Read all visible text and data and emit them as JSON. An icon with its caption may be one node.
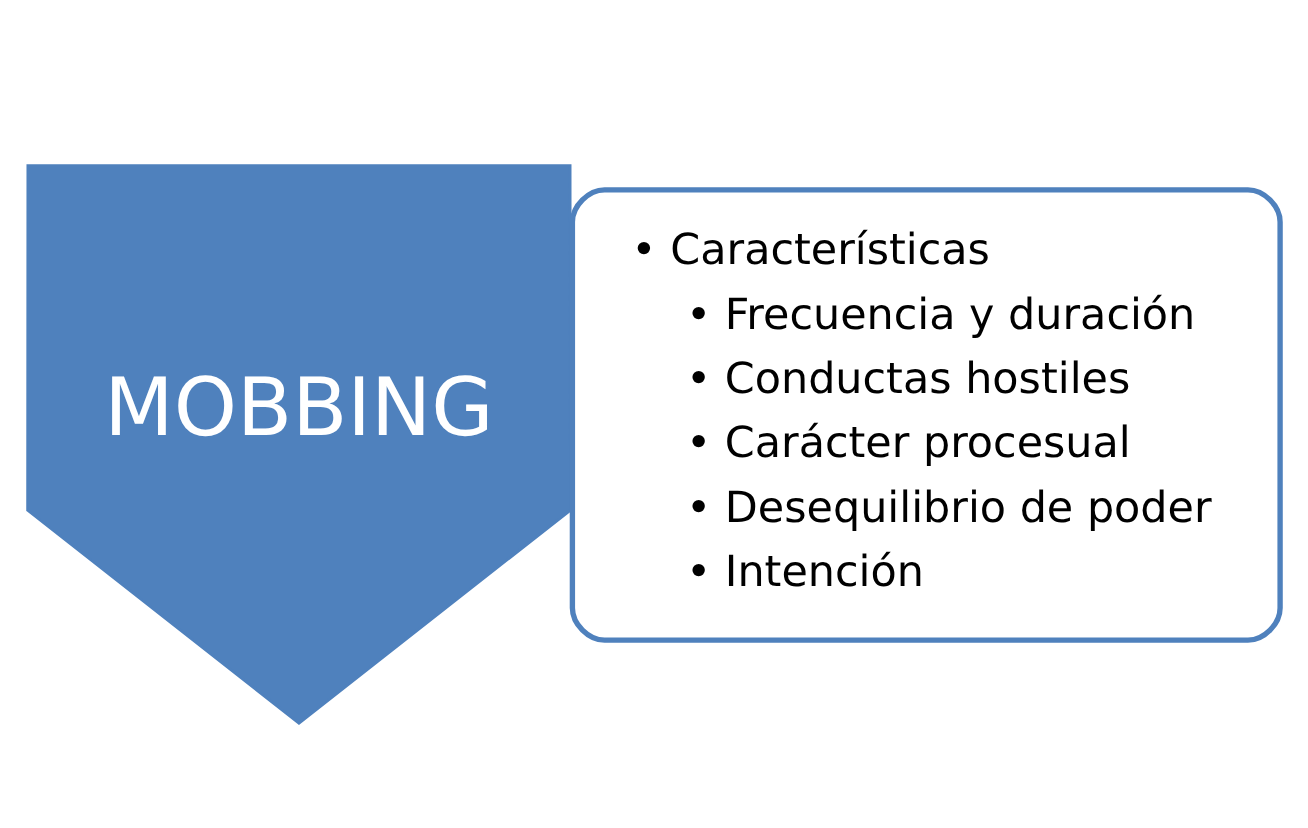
{
  "diagram": {
    "nodes": [
      {
        "text": [
          "MOBBING"
        ]
      },
      {
        "text": [
          "• Características",
          "• Frecuencia y duración",
          "• Conductas hostiles",
          "• Carácter procesual",
          "• Desequilibrio de poder",
          "• Intención"
        ]
      }
    ]
  }
}
